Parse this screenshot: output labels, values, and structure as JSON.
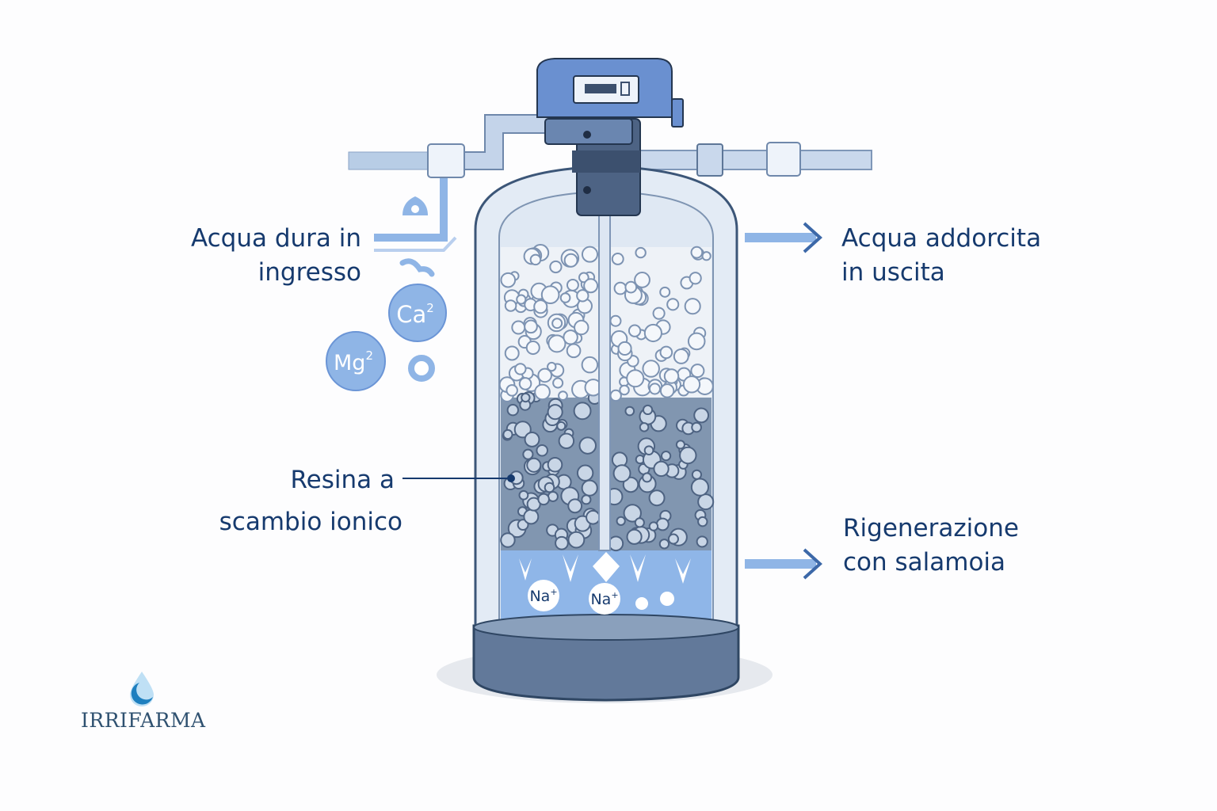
{
  "labels": {
    "inlet": [
      "Acqua dura in",
      "ingresso"
    ],
    "outlet": [
      "Acqua addorcita",
      "in uscita"
    ],
    "resin": [
      "Resina a",
      "scambio ionico"
    ],
    "regeneration": [
      "Rigenerazione",
      "con salamoia"
    ]
  },
  "ions": {
    "calcium": "Ca",
    "calcium_sup": "2",
    "magnesium": "Mg",
    "magnesium_sup": "2",
    "sodium_1": "Na",
    "sodium_2": "Na",
    "sodium_sup": "+"
  },
  "logo": {
    "text": "IRRIFARMA"
  },
  "colors": {
    "text": "#163a6e",
    "tank_shell": "#c9d6e6",
    "resin": "#8196b0",
    "brine": "#8fb6e8",
    "valve": "#6a90d0",
    "ion_circle": "#8fb5e6",
    "arrow": "#6b95d6"
  }
}
